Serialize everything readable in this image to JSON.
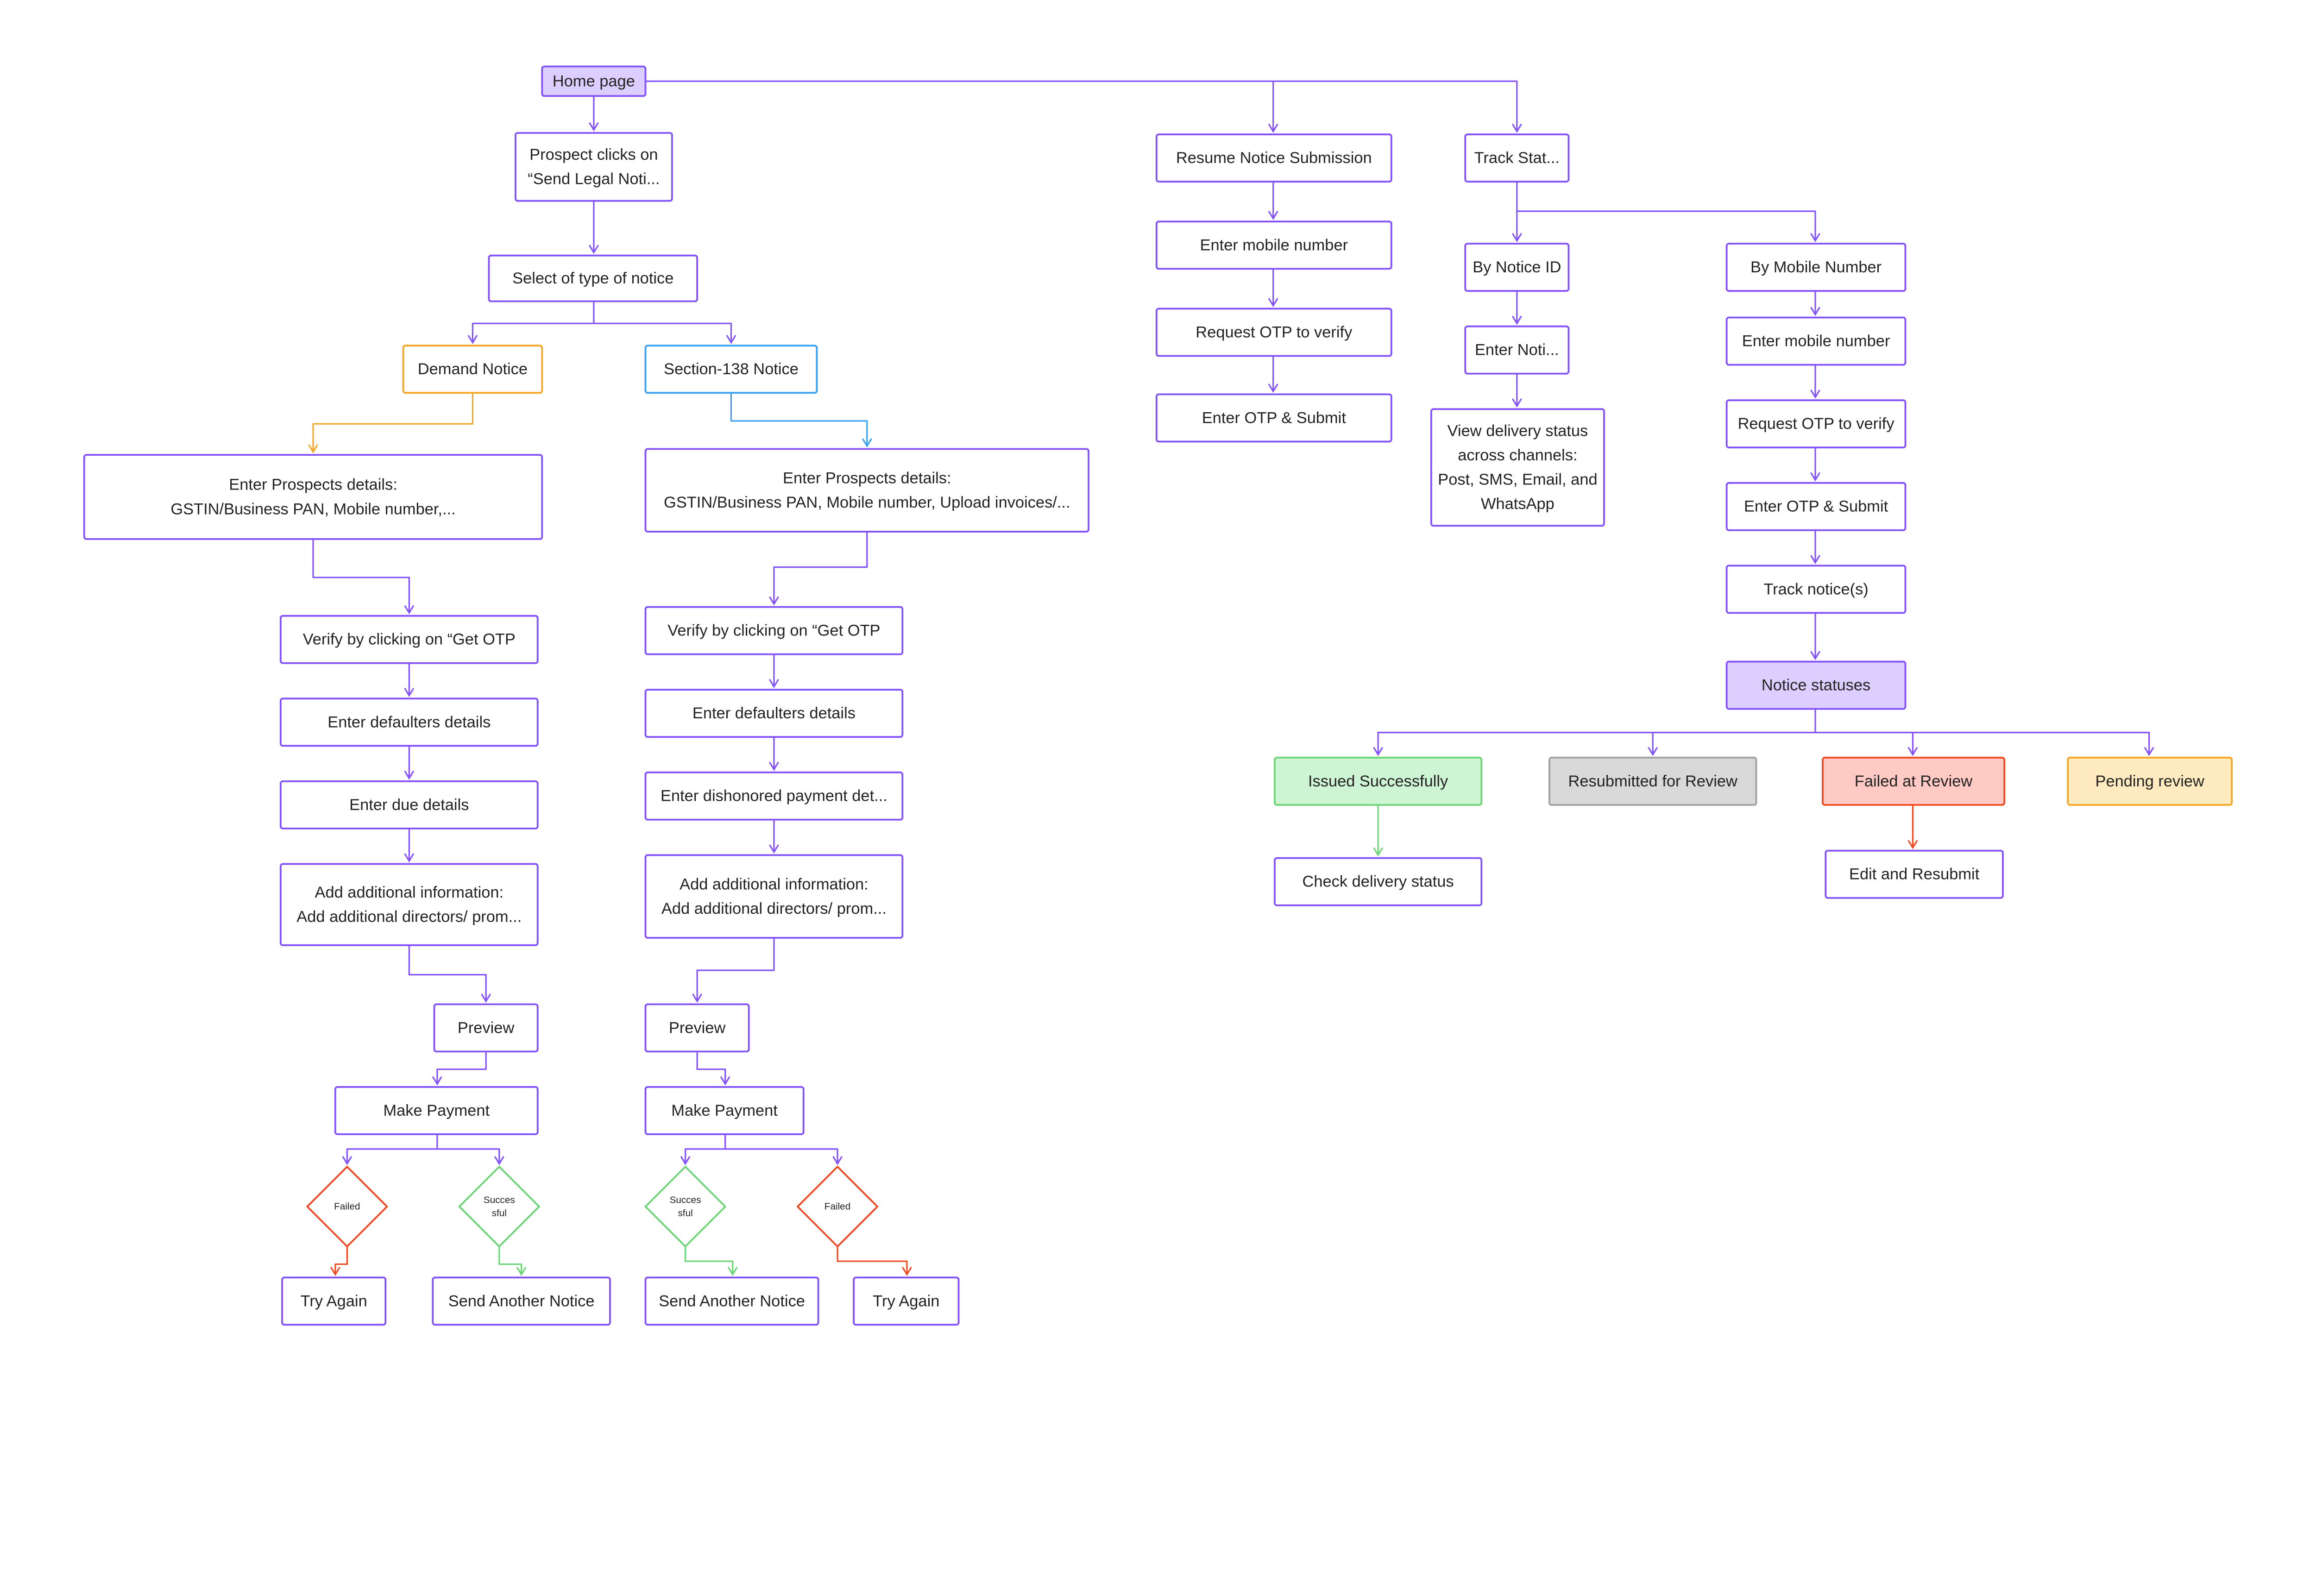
{
  "colors": {
    "primary": "#8452fa",
    "primary_fill": "#dccfff",
    "orange": "#f5a623",
    "blue": "#3aa0f0",
    "green": "#6dd477",
    "green_fill": "#cdf5d4",
    "red": "#f04a23",
    "red_fill": "#ffc9c4",
    "gray": "#a0a0a0",
    "gray_fill": "#d9d9d9",
    "yellow_fill": "#ffebbf"
  },
  "nodes": {
    "home": {
      "lines": [
        "Home page"
      ]
    },
    "prospect": {
      "lines": [
        "Prospect clicks on",
        "“Send Legal Noti..."
      ]
    },
    "select": {
      "lines": [
        "Select of type of notice"
      ]
    },
    "demand": {
      "lines": [
        "Demand Notice"
      ]
    },
    "s138": {
      "lines": [
        "Section-138 Notice"
      ]
    },
    "enterL": {
      "lines": [
        "Enter Prospects details:",
        "GSTIN/Business PAN, Mobile number,..."
      ]
    },
    "enterR": {
      "lines": [
        "Enter Prospects details:",
        "GSTIN/Business PAN, Mobile number, Upload invoices/..."
      ]
    },
    "verifyL": {
      "lines": [
        "Verify by clicking on “Get OTP"
      ]
    },
    "defL": {
      "lines": [
        "Enter defaulters details"
      ]
    },
    "dueL": {
      "lines": [
        "Enter due details"
      ]
    },
    "addL": {
      "lines": [
        "Add additional information:",
        "Add additional directors/ prom..."
      ]
    },
    "previewL": {
      "lines": [
        "Preview"
      ]
    },
    "payL": {
      "lines": [
        "Make Payment"
      ]
    },
    "failL": {
      "lines": [
        "Failed"
      ]
    },
    "succL": {
      "lines": [
        "Succes",
        "sful"
      ]
    },
    "tryL": {
      "lines": [
        "Try Again"
      ]
    },
    "sendL": {
      "lines": [
        "Send Another Notice"
      ]
    },
    "verifyR": {
      "lines": [
        "Verify by clicking on “Get OTP"
      ]
    },
    "defR": {
      "lines": [
        "Enter defaulters details"
      ]
    },
    "dishR": {
      "lines": [
        "Enter dishonored payment det..."
      ]
    },
    "addR": {
      "lines": [
        "Add additional information:",
        "Add additional directors/ prom..."
      ]
    },
    "previewR": {
      "lines": [
        "Preview"
      ]
    },
    "payR": {
      "lines": [
        "Make Payment"
      ]
    },
    "succR": {
      "lines": [
        "Succes",
        "sful"
      ]
    },
    "failR": {
      "lines": [
        "Failed"
      ]
    },
    "sendR": {
      "lines": [
        "Send Another Notice"
      ]
    },
    "tryR": {
      "lines": [
        "Try Again"
      ]
    },
    "resume": {
      "lines": [
        "Resume Notice Submission"
      ]
    },
    "mobile1": {
      "lines": [
        "Enter mobile number"
      ]
    },
    "otp1": {
      "lines": [
        "Request OTP to verify"
      ]
    },
    "submit1": {
      "lines": [
        "Enter OTP & Submit"
      ]
    },
    "track": {
      "lines": [
        "Track Stat..."
      ]
    },
    "byid": {
      "lines": [
        "By Notice ID"
      ]
    },
    "enternoti": {
      "lines": [
        "Enter Noti..."
      ]
    },
    "view": {
      "lines": [
        "View delivery status",
        "across channels:",
        "Post, SMS, Email, and",
        "WhatsApp"
      ]
    },
    "bymob": {
      "lines": [
        "By Mobile Number"
      ]
    },
    "mobile2": {
      "lines": [
        "Enter mobile number"
      ]
    },
    "otp2": {
      "lines": [
        "Request OTP to verify"
      ]
    },
    "submit2": {
      "lines": [
        "Enter OTP & Submit"
      ]
    },
    "tracknot": {
      "lines": [
        "Track notice(s)"
      ]
    },
    "statuses": {
      "lines": [
        "Notice statuses"
      ]
    },
    "issued": {
      "lines": [
        "Issued Successfully"
      ]
    },
    "resub": {
      "lines": [
        "Resubmitted for Review"
      ]
    },
    "failrev": {
      "lines": [
        "Failed at Review"
      ]
    },
    "pending": {
      "lines": [
        "Pending review"
      ]
    },
    "check": {
      "lines": [
        "Check delivery status"
      ]
    },
    "editres": {
      "lines": [
        "Edit and Resubmit"
      ]
    }
  }
}
